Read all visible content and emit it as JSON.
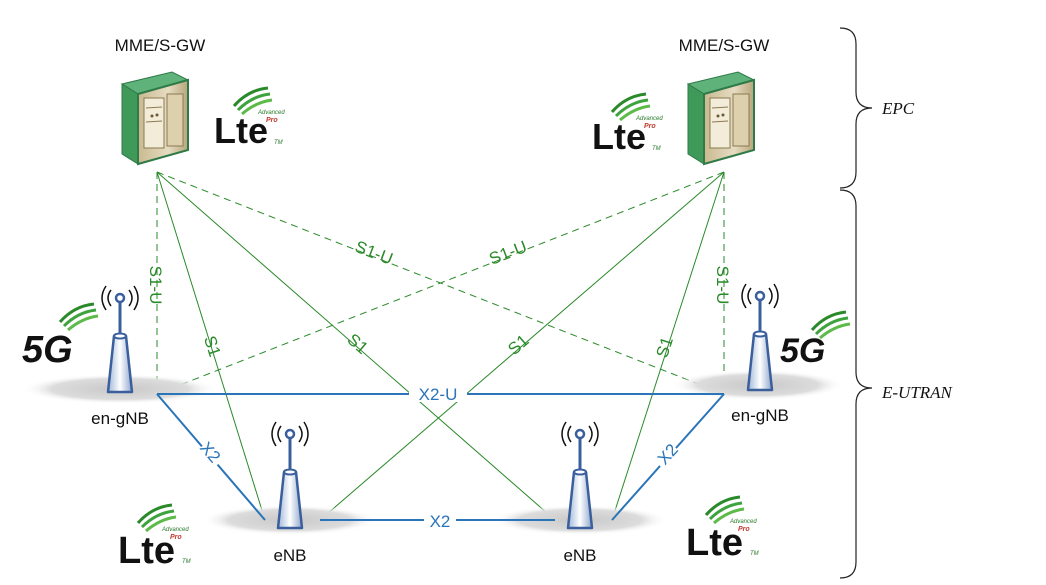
{
  "nodes": {
    "mme_left_label": "MME/S-GW",
    "mme_right_label": "MME/S-GW",
    "en_gnb_left_label": "en-gNB",
    "en_gnb_right_label": "en-gNB",
    "enb_left_label": "eNB",
    "enb_right_label": "eNB"
  },
  "interfaces": {
    "s1u_left_vertical": "S1-U",
    "s1u_right_vertical": "S1-U",
    "s1u_cross_left": "S1-U",
    "s1u_cross_right": "S1-U",
    "s1_a": "S1",
    "s1_b": "S1",
    "s1_c": "S1",
    "s1_d": "S1",
    "x2u": "X2-U",
    "x2_left": "X2",
    "x2_bottom": "X2",
    "x2_right": "X2"
  },
  "groups": {
    "epc": "EPC",
    "eutran": "E-UTRAN"
  },
  "logos": {
    "lte_text": "Lte",
    "lte_advanced": "Advanced",
    "lte_pro": "Pro",
    "lte_tm": "TM",
    "fiveg_text": "5G"
  },
  "colors": {
    "s1_line": "#2a8a2a",
    "x2_line": "#2a74b8",
    "server_body": "#d6c9a8",
    "server_accent": "#3f9a5a"
  }
}
